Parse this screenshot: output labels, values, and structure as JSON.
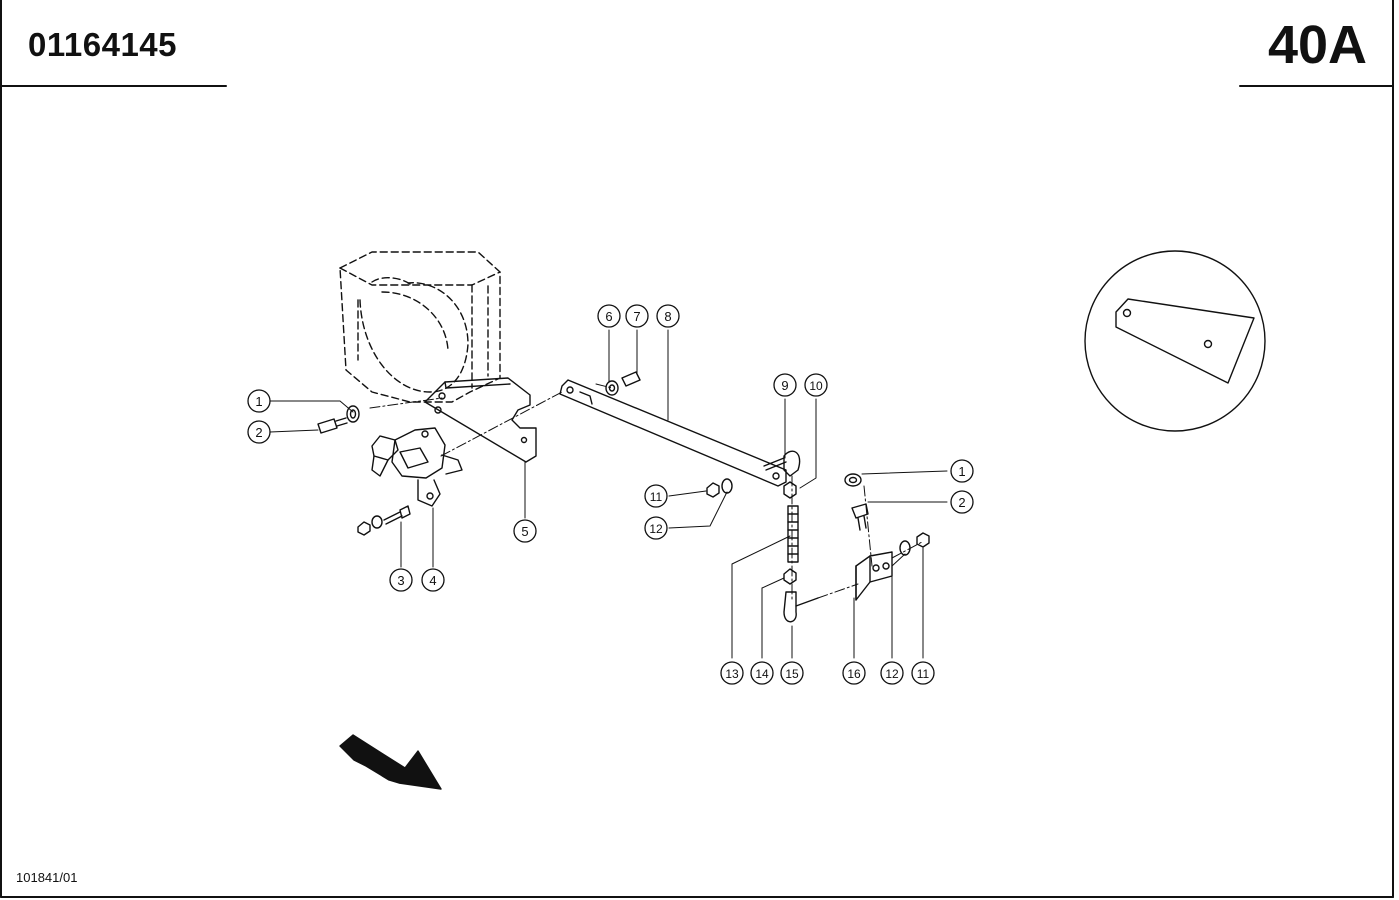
{
  "header": {
    "part_number": "01164145",
    "group_number": "40A"
  },
  "footer": {
    "drawing_reference": "101841/01"
  },
  "callouts": [
    {
      "id": "c1a",
      "num": "1"
    },
    {
      "id": "c2a",
      "num": "2"
    },
    {
      "id": "c3",
      "num": "3"
    },
    {
      "id": "c4",
      "num": "4"
    },
    {
      "id": "c5",
      "num": "5"
    },
    {
      "id": "c6",
      "num": "6"
    },
    {
      "id": "c7",
      "num": "7"
    },
    {
      "id": "c8",
      "num": "8"
    },
    {
      "id": "c9",
      "num": "9"
    },
    {
      "id": "c10",
      "num": "10"
    },
    {
      "id": "c11a",
      "num": "11"
    },
    {
      "id": "c12a",
      "num": "12"
    },
    {
      "id": "c1b",
      "num": "1"
    },
    {
      "id": "c2b",
      "num": "2"
    },
    {
      "id": "c13",
      "num": "13"
    },
    {
      "id": "c14",
      "num": "14"
    },
    {
      "id": "c15",
      "num": "15"
    },
    {
      "id": "c16",
      "num": "16"
    },
    {
      "id": "c12b",
      "num": "12"
    },
    {
      "id": "c11b",
      "num": "11"
    }
  ],
  "colors": {
    "line": "#111111",
    "background": "#ffffff"
  }
}
